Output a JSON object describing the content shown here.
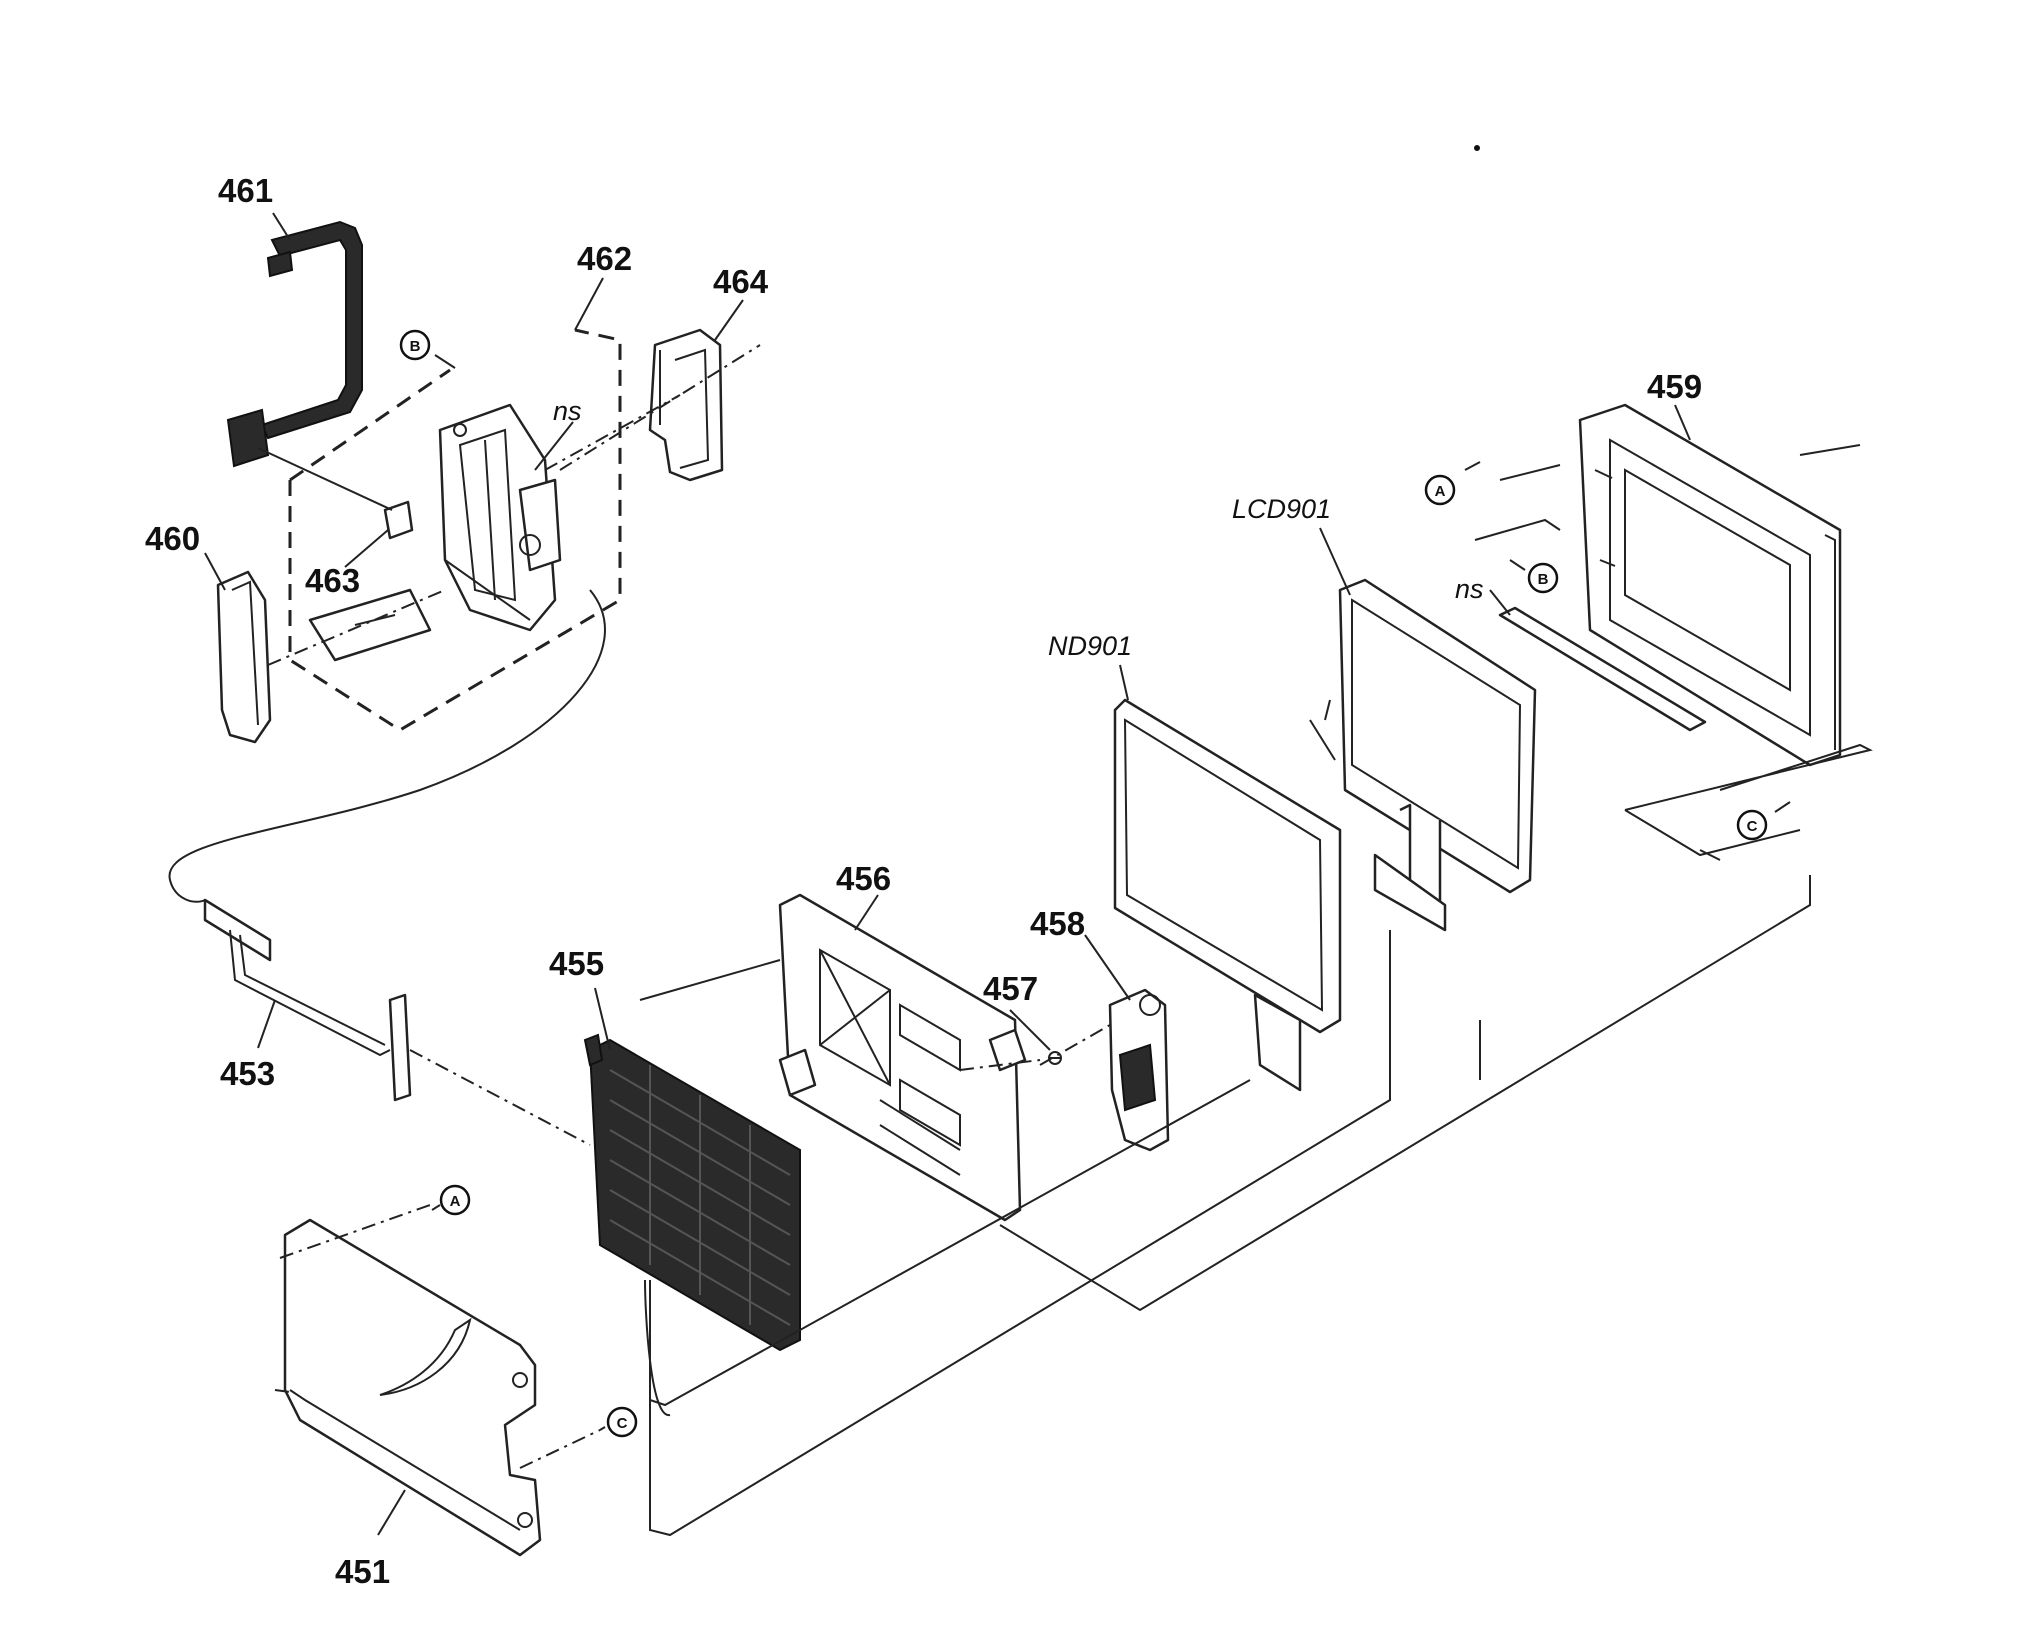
{
  "parts": {
    "p461": "461",
    "p462": "462",
    "p464": "464",
    "p460": "460",
    "p463": "463",
    "p459": "459",
    "p456": "456",
    "p455": "455",
    "p458": "458",
    "p457": "457",
    "p453": "453",
    "p451": "451"
  },
  "refs": {
    "lcd": "LCD901",
    "nd": "ND901"
  },
  "ns": {
    "bracket": "ns",
    "frame": "ns"
  },
  "markers": {
    "a": "A",
    "b": "B",
    "c": "C"
  }
}
